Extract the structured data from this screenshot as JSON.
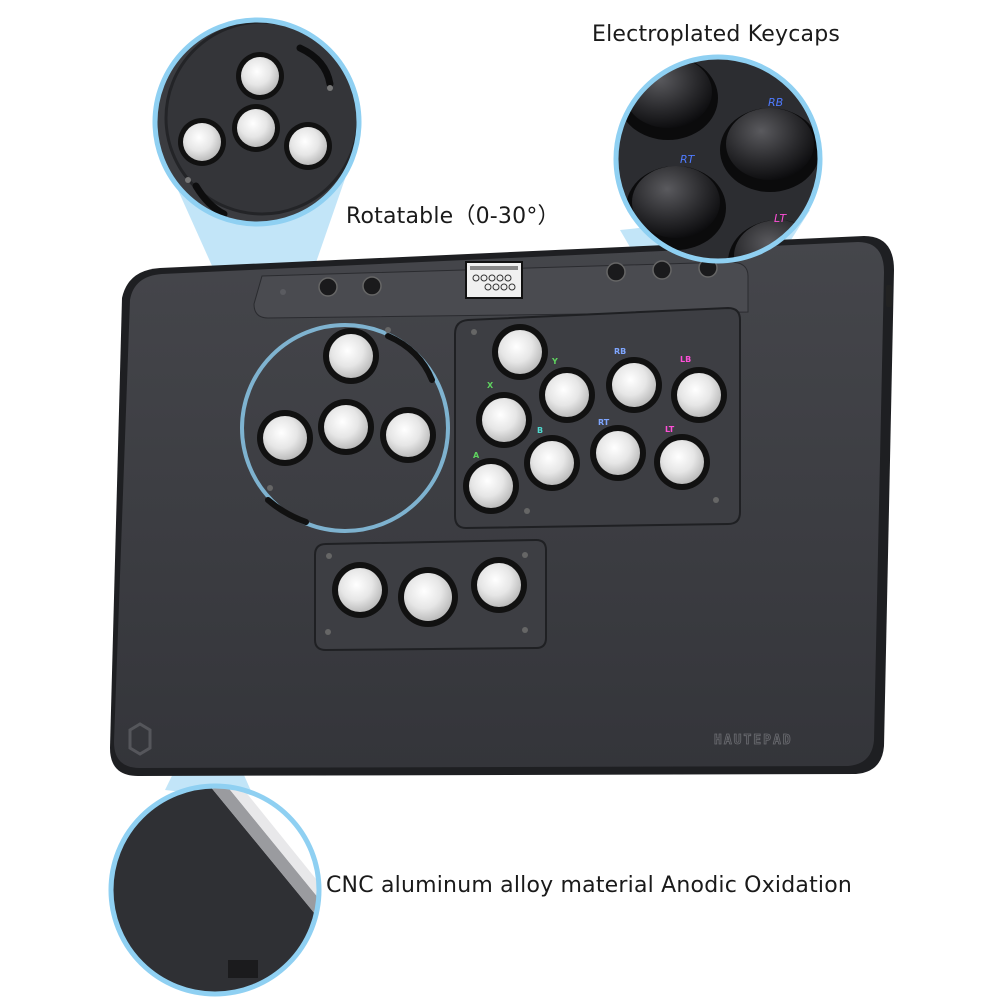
{
  "captions": {
    "rotatable": "Rotatable（0-30°）",
    "keycaps": "Electroplated Keycaps",
    "material": "CNC aluminum alloy material Anodic Oxidation"
  },
  "button_labels": {
    "y": "Y",
    "x": "X",
    "b": "B",
    "a": "A",
    "rb": "RB",
    "lb": "LB",
    "rt": "RT",
    "lt": "LT"
  },
  "zoom_labels": {
    "rb": "RB",
    "rt": "RT",
    "lt": "LT"
  },
  "brand": {
    "wordmark": "HAUTEPAD"
  },
  "colors": {
    "body": "#3c3d42",
    "callout_blue": "#8fd0f2",
    "label_green": "#5fd35f",
    "label_cyan": "#4fd9d0",
    "label_blue": "#7fa6ff",
    "label_magenta": "#ff4fd8"
  },
  "icons": [
    "oled-screen-icon",
    "brand-logo-icon"
  ]
}
